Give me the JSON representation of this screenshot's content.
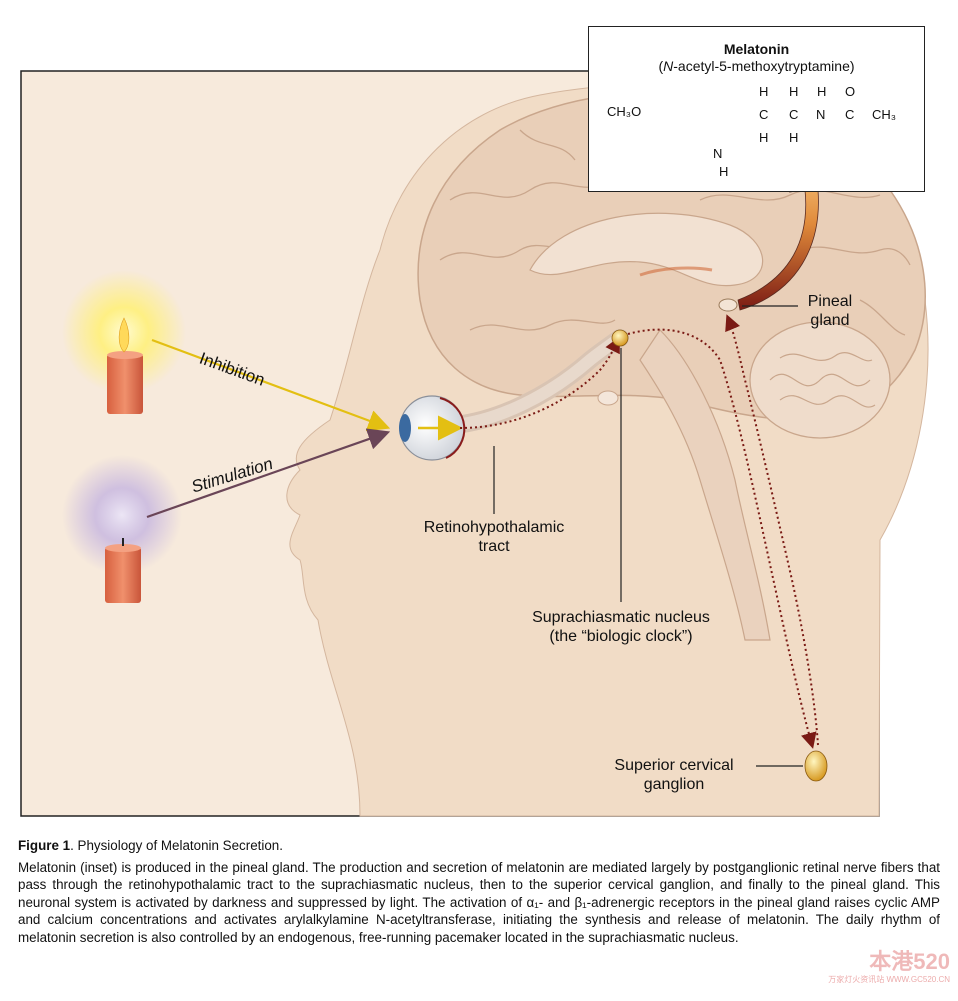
{
  "labels": {
    "inhibition": "Inhibition",
    "stimulation": "Stimulation",
    "pineal_line1": "Pineal",
    "pineal_line2": "gland",
    "rht_line1": "Retinohypothalamic",
    "rht_line2": "tract",
    "scn_line1": "Suprachiasmatic nucleus",
    "scn_line2": "(the “biologic clock”)",
    "scg_line1": "Superior cervical",
    "scg_line2": "ganglion"
  },
  "inset": {
    "title": "Melatonin",
    "subtitle_prefix": "(",
    "subtitle_italic": "N",
    "subtitle_rest": "-acetyl-5-methoxytryptamine)",
    "ch3o": "CH₃O",
    "h": "H",
    "n": "N",
    "c": "C",
    "o": "O",
    "ch3": "CH₃",
    "nh_n": "N",
    "nh_h": "H"
  },
  "caption": {
    "figure_label": "Figure 1",
    "title": ". Physiology of Melatonin Secretion.",
    "body": "Melatonin (inset) is produced in the pineal gland. The production and secretion of melatonin are mediated largely by postganglionic retinal nerve fibers that pass through the retinohypothalamic tract to the suprachiasmatic nucleus, then to the superior cervical ganglion, and finally to the pineal gland. This neuronal system is activated by darkness and suppressed by light. The activation of α₁- and β₁-adrenergic receptors in the pineal gland raises cyclic AMP and calcium concentrations and activates arylalkylamine N-acetyltransferase, initiating the synthesis and release of melatonin. The daily rhythm of melatonin secretion is also controlled by an endogenous, free-running pacemaker located in the suprachiasmatic nucleus."
  },
  "watermark": {
    "text": "本港520",
    "small": "万家灯火资讯站 WWW.GC520.CN"
  },
  "colors": {
    "panel_bg": "#f7eadc",
    "brain": "#e9d1bd",
    "face": "#f1dcc6",
    "candle": "#e47455",
    "flame_glow_warm": "#fff27a",
    "flame_glow_cool": "#c8b8e0",
    "inhibition_arrow": "#e3bf12",
    "stimulation_arrow": "#6a4557",
    "neural_path": "#7a1a14",
    "melatonin_arrow": "#e08a3a"
  }
}
